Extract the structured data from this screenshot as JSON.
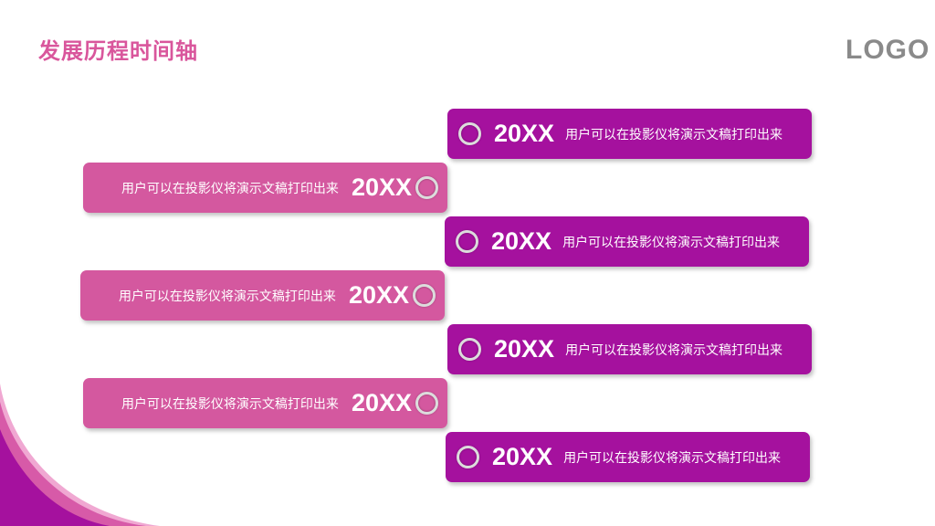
{
  "title": "发展历程时间轴",
  "logo": "LOGO",
  "colors": {
    "title": "#d9569c",
    "right_bar": "#a5119e",
    "left_bar": "#d4589f",
    "logo": "#8a8a8a"
  },
  "timeline": [
    {
      "side": "right",
      "year": "20XX",
      "text": "用户可以在投影仪将演示文稿打印出来"
    },
    {
      "side": "left",
      "year": "20XX",
      "text": "用户可以在投影仪将演示文稿打印出来"
    },
    {
      "side": "right",
      "year": "20XX",
      "text": "用户可以在投影仪将演示文稿打印出来"
    },
    {
      "side": "left",
      "year": "20XX",
      "text": "用户可以在投影仪将演示文稿打印出来"
    },
    {
      "side": "right",
      "year": "20XX",
      "text": "用户可以在投影仪将演示文稿打印出来"
    },
    {
      "side": "left",
      "year": "20XX",
      "text": "用户可以在投影仪将演示文稿打印出来"
    },
    {
      "side": "right",
      "year": "20XX",
      "text": "用户可以在投影仪将演示文稿打印出来"
    }
  ]
}
